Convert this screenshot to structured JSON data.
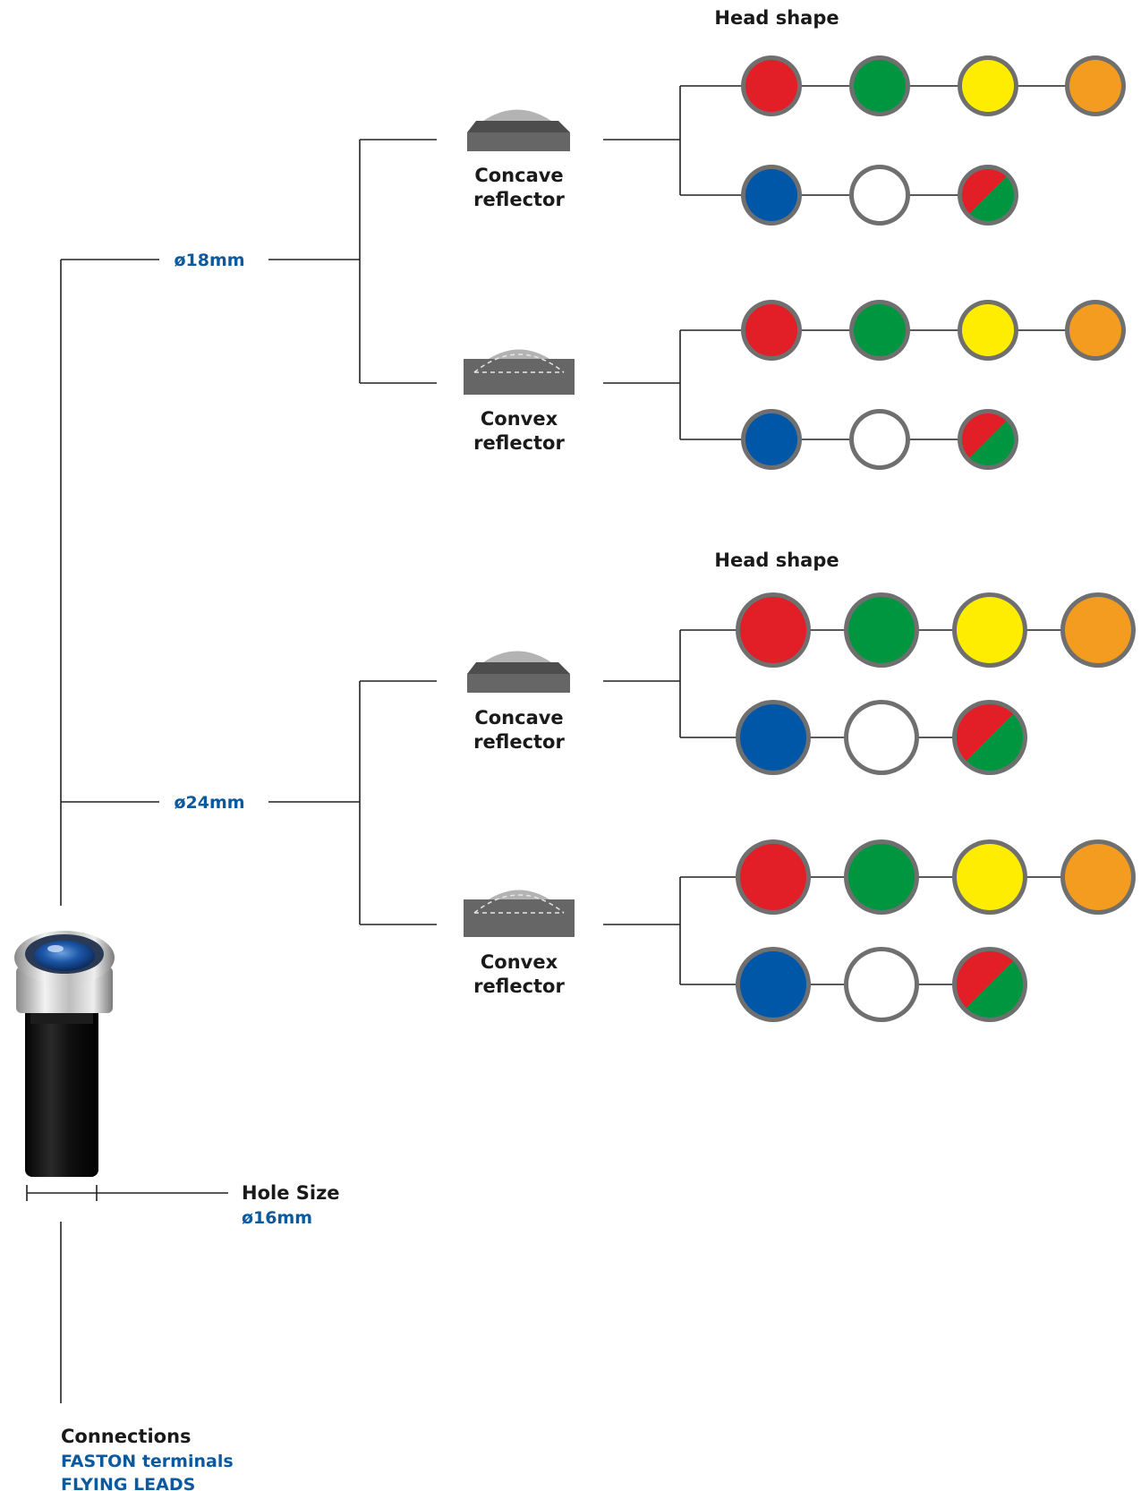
{
  "colors": {
    "red": "#e21e26",
    "green": "#009640",
    "yellow": "#ffed00",
    "orange": "#f39c1f",
    "blue": "#0057a8",
    "white": "#ffffff",
    "ring": "#6f6f6f",
    "accent_text": "#0b5aa0",
    "reflector_body": "#666666",
    "reflector_dome": "#b3b3b3"
  },
  "head_shape_label": "Head shape",
  "sizes": [
    {
      "label": "ø18mm",
      "reflectors": [
        {
          "type": "concave",
          "label_line1": "Concave",
          "label_line2": "reflector",
          "head_colors": [
            "red",
            "green",
            "yellow",
            "orange",
            "blue",
            "white",
            "red-green"
          ]
        },
        {
          "type": "convex",
          "label_line1": "Convex",
          "label_line2": "reflector",
          "head_colors": [
            "red",
            "green",
            "yellow",
            "orange",
            "blue",
            "white",
            "red-green"
          ]
        }
      ]
    },
    {
      "label": "ø24mm",
      "reflectors": [
        {
          "type": "concave",
          "label_line1": "Concave",
          "label_line2": "reflector",
          "head_colors": [
            "red",
            "green",
            "yellow",
            "orange",
            "blue",
            "white",
            "red-green"
          ]
        },
        {
          "type": "convex",
          "label_line1": "Convex",
          "label_line2": "reflector",
          "head_colors": [
            "red",
            "green",
            "yellow",
            "orange",
            "blue",
            "white",
            "red-green"
          ]
        }
      ]
    }
  ],
  "hole_size": {
    "label": "Hole Size",
    "value": "ø16mm"
  },
  "connections": {
    "label": "Connections",
    "options": [
      "FASTON terminals",
      "FLYING LEADS"
    ]
  }
}
